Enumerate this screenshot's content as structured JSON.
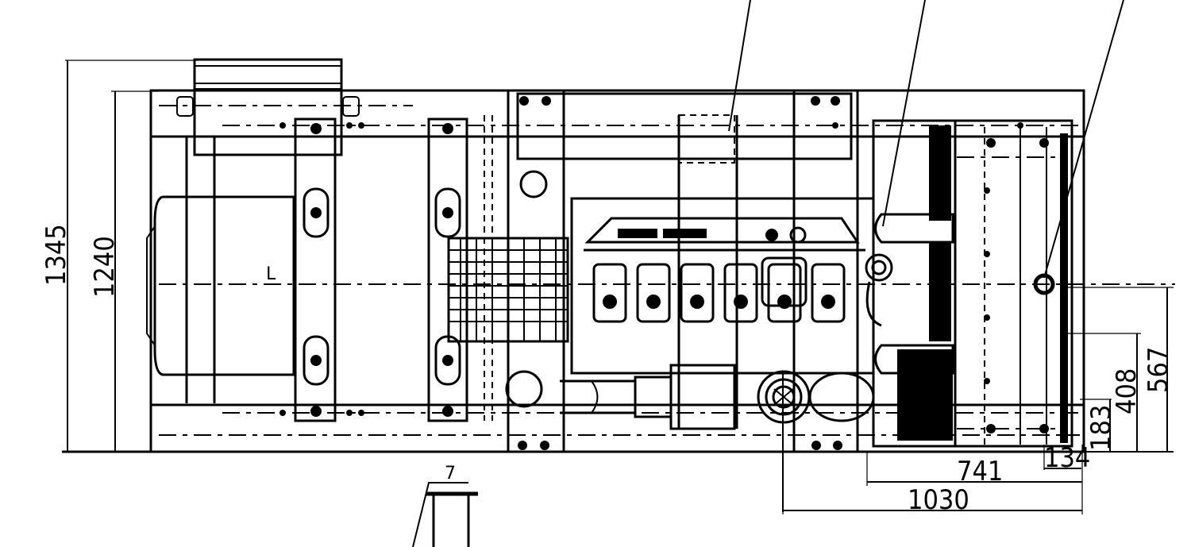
{
  "drawing": {
    "type": "genset-top-view",
    "background_color": "#ffffff",
    "line_color": "#000000"
  },
  "dimensions": {
    "overall_width": "1345",
    "base_width": "1240",
    "radiator_offset": "567",
    "mount_offset": "408",
    "foot_offset": "183",
    "edge_offset": "134",
    "radiator_depth": "741",
    "engine_length": "1030"
  },
  "callouts": {
    "item_7": "7"
  },
  "icons": {
    "engine": "engine-block-icon",
    "radiator": "radiator-icon",
    "alternator": "alternator-icon",
    "turbo": "turbocharger-icon",
    "mount": "anti-vibration-mount-icon"
  }
}
